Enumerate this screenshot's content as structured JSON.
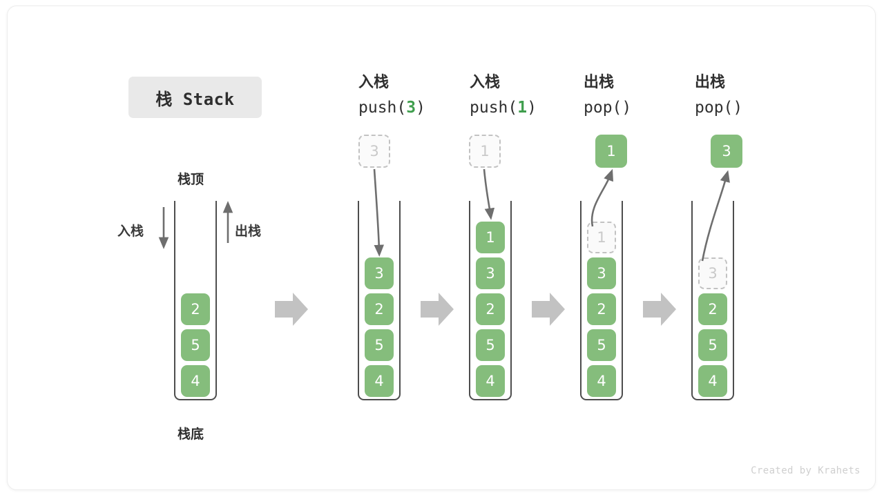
{
  "title_badge": "栈 Stack",
  "credit": "Created by Krahets",
  "colors": {
    "cell_fill": "#85bd7c",
    "cell_text": "#ffffff",
    "ghost_border": "#c2c2c2",
    "ghost_text": "#c9c9c9",
    "accent_green": "#3f9e4d",
    "wall": "#4d4d4d",
    "transition_arrow": "#c0c0c0",
    "thin_arrow": "#6e6e6e"
  },
  "base_stack": {
    "top_label": "栈顶",
    "bottom_label": "栈底",
    "push_label": "入栈",
    "pop_label": "出栈",
    "cells": [
      "4",
      "5",
      "2"
    ]
  },
  "steps": [
    {
      "op_cn": "入栈",
      "op_code_prefix": "push(",
      "op_code_arg": "3",
      "op_code_suffix": ")",
      "outside_box": {
        "value": "3",
        "style": "ghost"
      },
      "cells": [
        {
          "value": "4",
          "style": "filled"
        },
        {
          "value": "5",
          "style": "filled"
        },
        {
          "value": "2",
          "style": "filled"
        },
        {
          "value": "3",
          "style": "filled"
        }
      ]
    },
    {
      "op_cn": "入栈",
      "op_code_prefix": "push(",
      "op_code_arg": "1",
      "op_code_suffix": ")",
      "outside_box": {
        "value": "1",
        "style": "ghost"
      },
      "cells": [
        {
          "value": "4",
          "style": "filled"
        },
        {
          "value": "5",
          "style": "filled"
        },
        {
          "value": "2",
          "style": "filled"
        },
        {
          "value": "3",
          "style": "filled"
        },
        {
          "value": "1",
          "style": "filled"
        }
      ]
    },
    {
      "op_cn": "出栈",
      "op_code_prefix": "pop(",
      "op_code_arg": "",
      "op_code_suffix": ")",
      "outside_box": {
        "value": "1",
        "style": "filled"
      },
      "cells": [
        {
          "value": "4",
          "style": "filled"
        },
        {
          "value": "5",
          "style": "filled"
        },
        {
          "value": "2",
          "style": "filled"
        },
        {
          "value": "3",
          "style": "filled"
        },
        {
          "value": "1",
          "style": "ghost"
        }
      ]
    },
    {
      "op_cn": "出栈",
      "op_code_prefix": "pop(",
      "op_code_arg": "",
      "op_code_suffix": ")",
      "outside_box": {
        "value": "3",
        "style": "filled"
      },
      "cells": [
        {
          "value": "4",
          "style": "filled"
        },
        {
          "value": "5",
          "style": "filled"
        },
        {
          "value": "2",
          "style": "filled"
        },
        {
          "value": "3",
          "style": "ghost"
        }
      ]
    }
  ]
}
